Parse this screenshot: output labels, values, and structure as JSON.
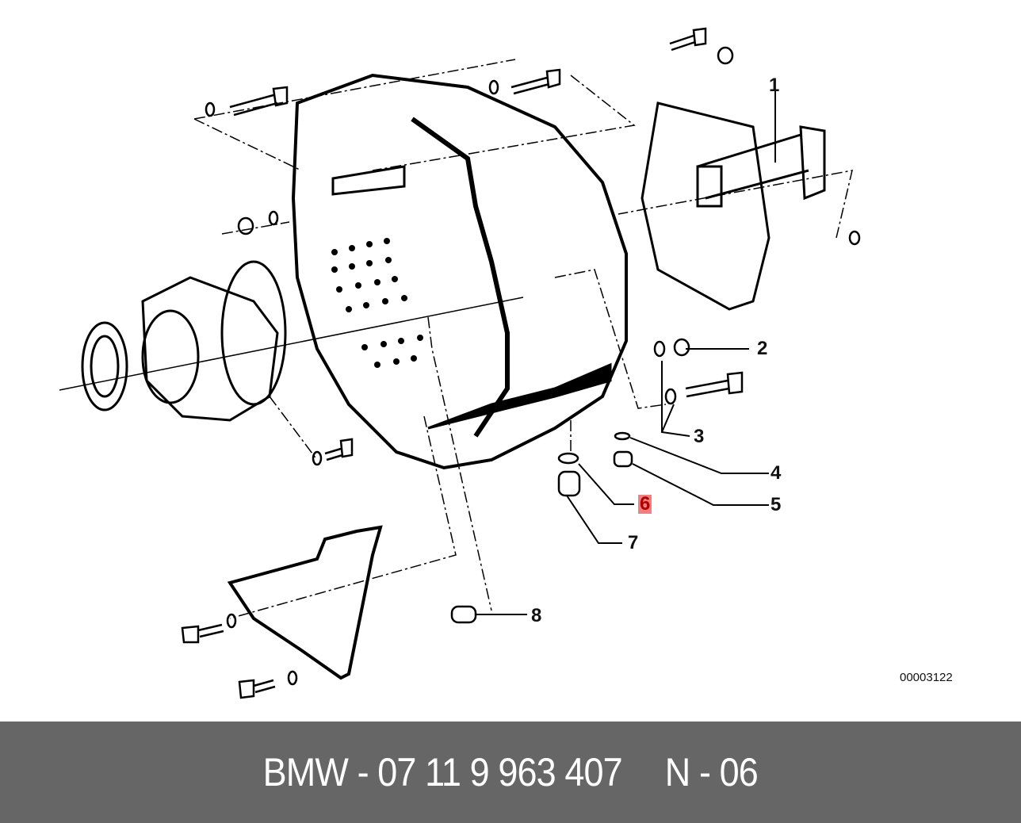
{
  "diagram": {
    "callouts": [
      {
        "number": "1"
      },
      {
        "number": "2"
      },
      {
        "number": "3"
      },
      {
        "number": "4"
      },
      {
        "number": "5"
      },
      {
        "number": "6",
        "highlighted": true
      },
      {
        "number": "7"
      },
      {
        "number": "8"
      }
    ],
    "drawing_code": "00003122",
    "highlight_color": "#f08080"
  },
  "footer": {
    "brand": "BMW",
    "separator": "-",
    "part_number": "07 11 9 963 407",
    "position_label": "N - 06",
    "background": "#666666"
  }
}
